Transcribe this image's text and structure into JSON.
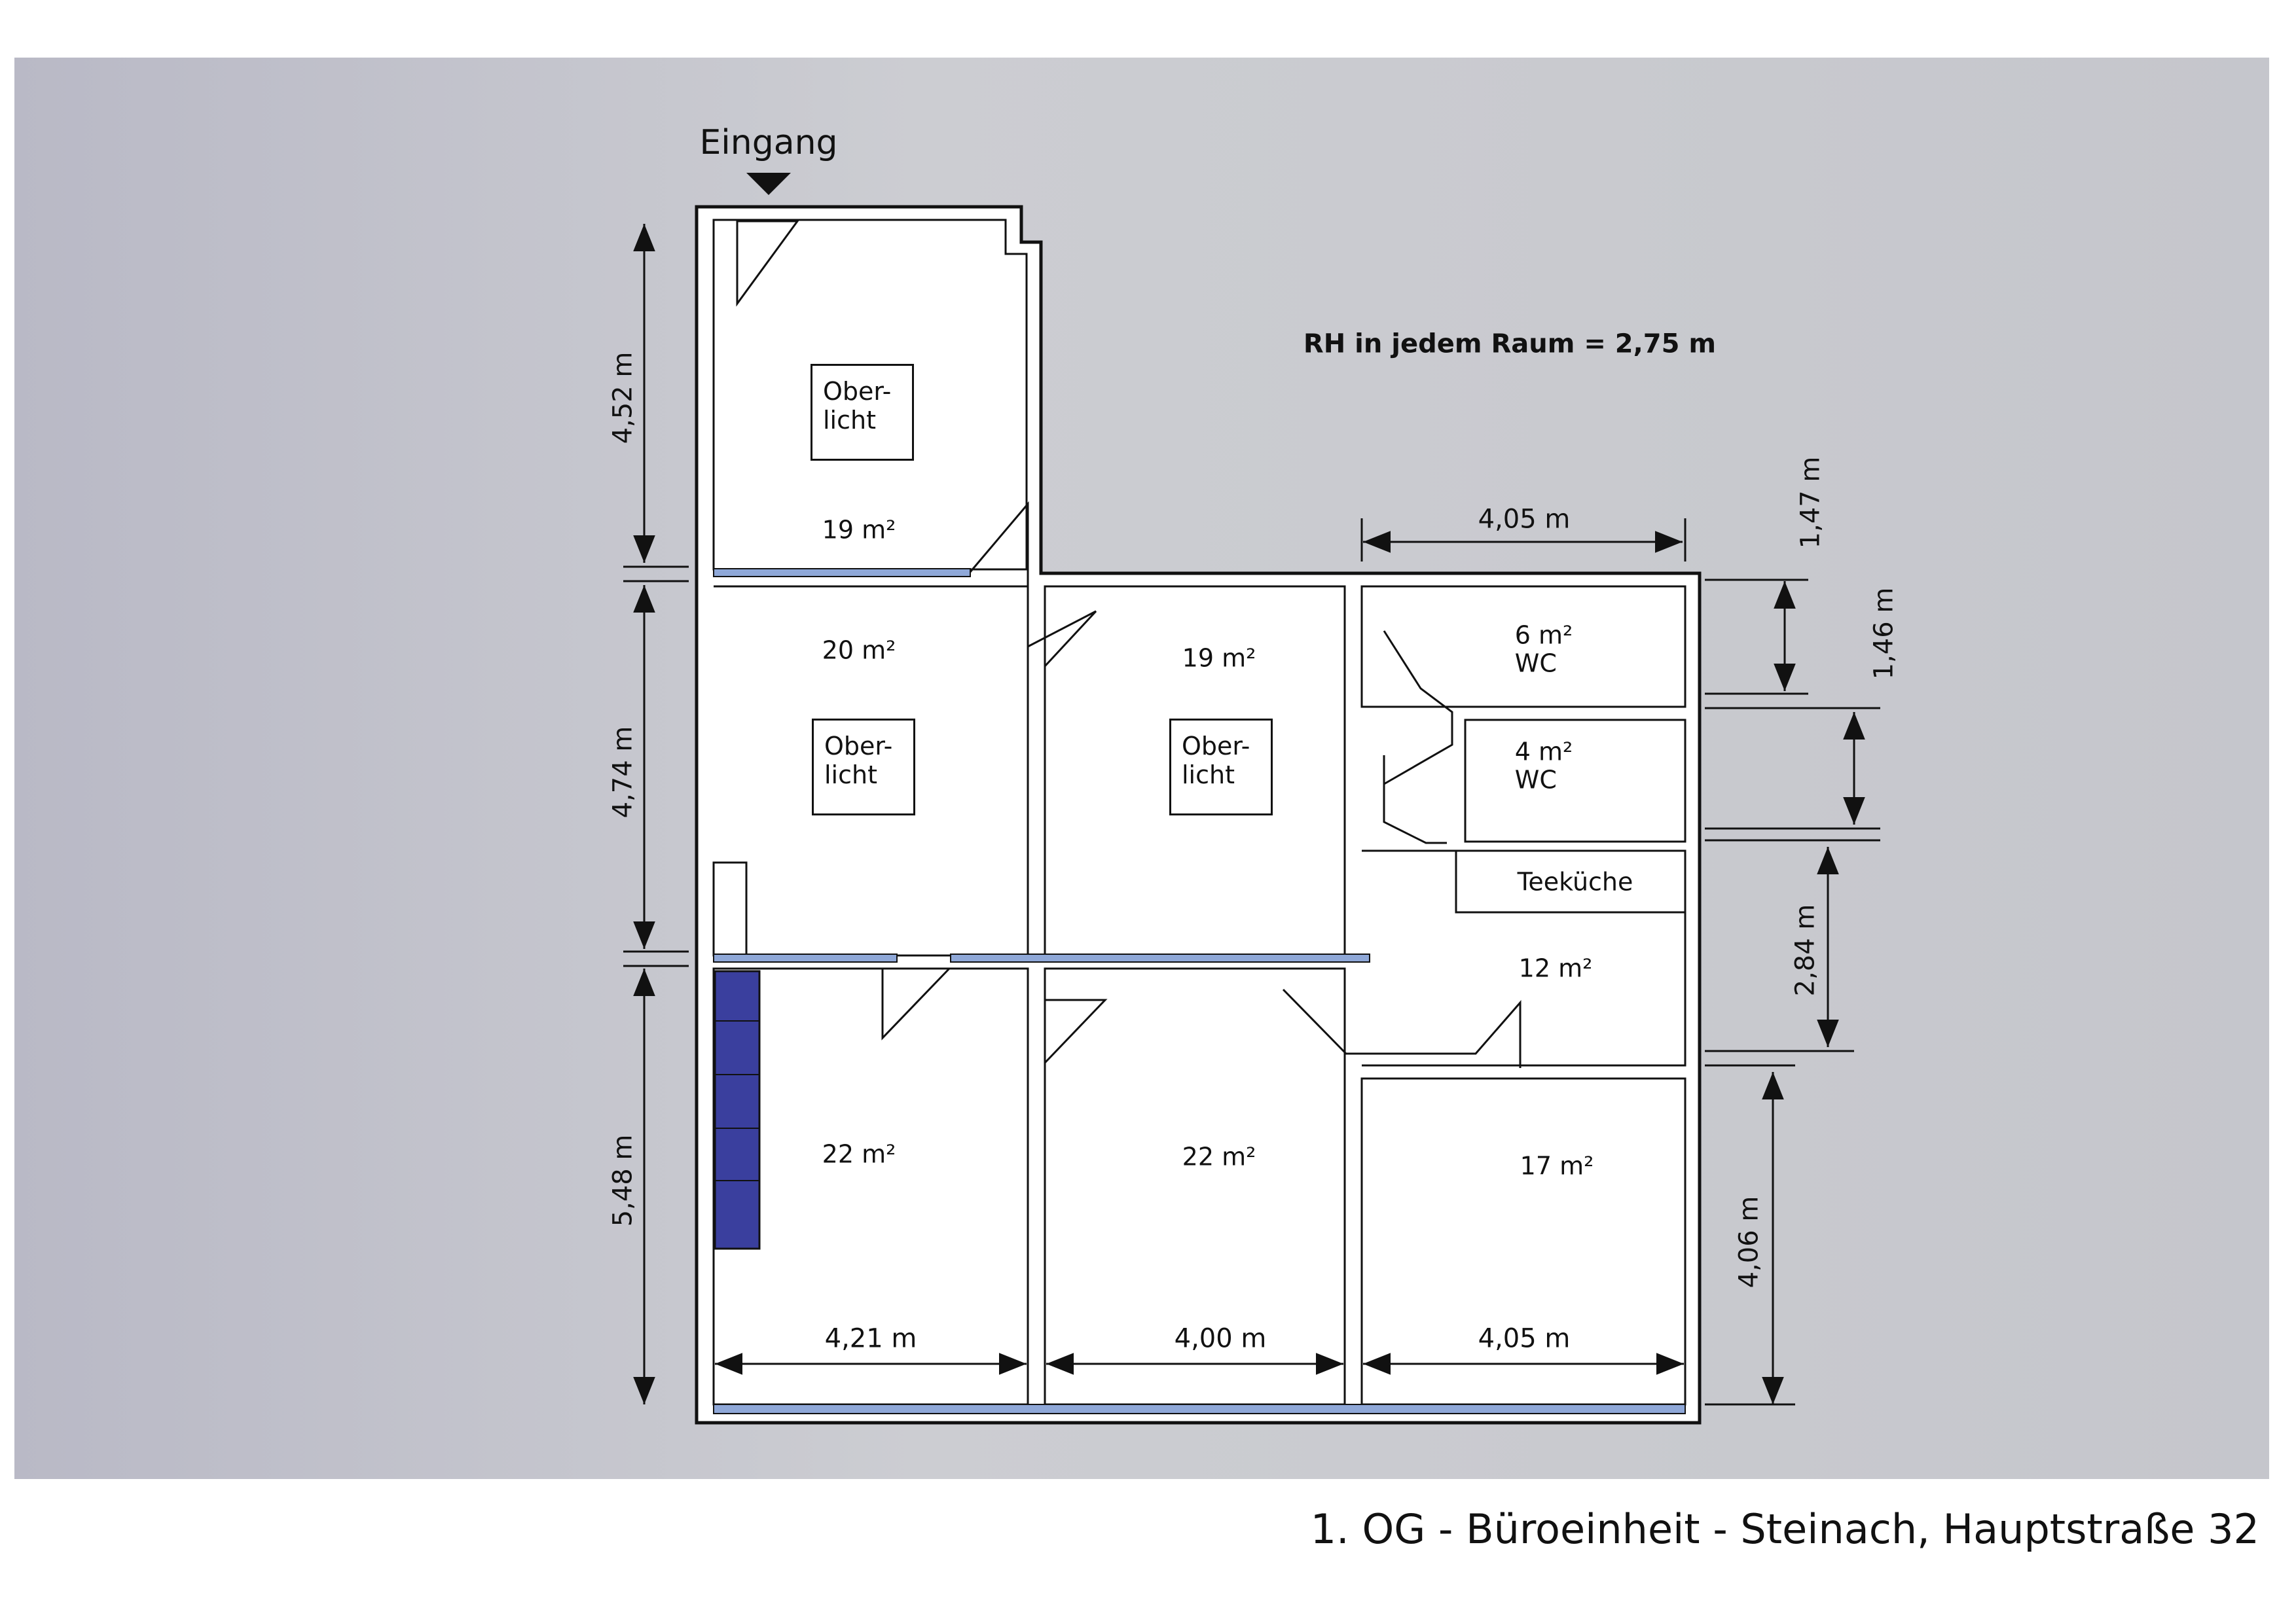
{
  "entrance_label": "Eingang",
  "ceiling_note": "RH in jedem Raum = 2,75 m",
  "caption": "1. OG - Büroeinheit - Steinach, Hauptstraße 32",
  "skylight_label_line1": "Ober-",
  "skylight_label_line2": "licht",
  "rooms": {
    "entry_office": {
      "area": "19 m²"
    },
    "left_middle": {
      "area": "20 m²"
    },
    "center_middle": {
      "area": "19 m²"
    },
    "wc_upper": {
      "area": "6 m²",
      "name": "WC"
    },
    "wc_lower": {
      "area": "4 m²",
      "name": "WC"
    },
    "kitchen": {
      "name": "Teeküche"
    },
    "hall": {
      "area": "12 m²"
    },
    "bottom_left": {
      "area": "22 m²"
    },
    "bottom_middle": {
      "area": "22 m²"
    },
    "bottom_right": {
      "area": "17 m²"
    }
  },
  "dimensions": {
    "left_top": "4,52 m",
    "left_middle": "4,74 m",
    "left_bottom": "5,48 m",
    "top_right_width": "4,05 m",
    "right_top_small": "1,47 m",
    "right_wc": "1,46 m",
    "right_kitchen": "2,84 m",
    "right_bottom": "4,06 m",
    "bottom_left_width": "4,21 m",
    "bottom_middle_width": "4,00 m",
    "bottom_right_width": "4,05 m"
  },
  "colors": {
    "wall": "#ffffff",
    "outline": "#111111",
    "window": "#8fa8d8",
    "cabinet": "#3a3f9e"
  }
}
